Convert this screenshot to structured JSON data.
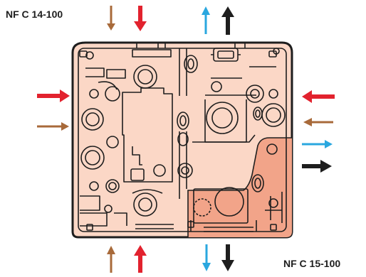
{
  "labels": {
    "standard_top": "NF C 14-100",
    "standard_bottom": "NF C 15-100"
  },
  "colors": {
    "box_fill": "#fbd7c6",
    "box_outline": "#1e1e1e",
    "shaded_fill": "#f2a489",
    "brown_arrow": "#a86a3a",
    "red_arrow": "#e2222e",
    "blue_arrow": "#2aa7df",
    "black_arrow": "#1e1e1e"
  },
  "arrows": [
    {
      "side": "top",
      "color": "brown",
      "direction": "in"
    },
    {
      "side": "top",
      "color": "red",
      "direction": "in"
    },
    {
      "side": "top",
      "color": "blue",
      "direction": "out"
    },
    {
      "side": "top",
      "color": "black",
      "direction": "out"
    },
    {
      "side": "left",
      "color": "red",
      "direction": "in"
    },
    {
      "side": "left",
      "color": "brown",
      "direction": "in"
    },
    {
      "side": "right",
      "color": "red",
      "direction": "in"
    },
    {
      "side": "right",
      "color": "brown",
      "direction": "in"
    },
    {
      "side": "right",
      "color": "blue",
      "direction": "out"
    },
    {
      "side": "right",
      "color": "black",
      "direction": "out"
    },
    {
      "side": "bottom",
      "color": "brown",
      "direction": "in"
    },
    {
      "side": "bottom",
      "color": "red",
      "direction": "in"
    },
    {
      "side": "bottom",
      "color": "blue",
      "direction": "out"
    },
    {
      "side": "bottom",
      "color": "black",
      "direction": "out"
    }
  ]
}
